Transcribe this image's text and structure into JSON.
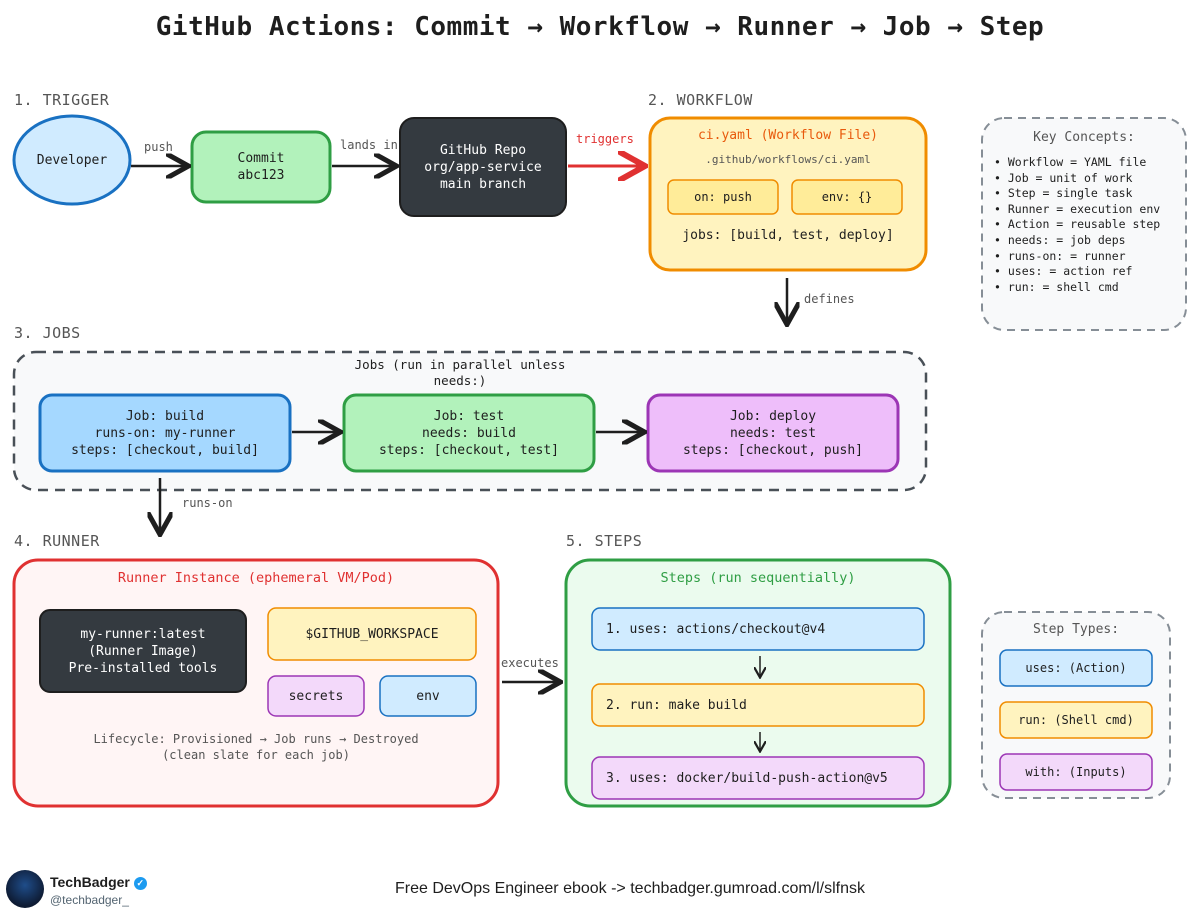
{
  "title": "GitHub Actions: Commit → Workflow → Runner → Job → Step",
  "sections": {
    "trigger": "1. TRIGGER",
    "workflow": "2. WORKFLOW",
    "jobs": "3. JOBS",
    "runner": "4. RUNNER",
    "steps": "5. STEPS"
  },
  "trigger": {
    "developer": "Developer",
    "push_label": "push",
    "commit": [
      "Commit",
      "abc123"
    ],
    "lands_label": "lands in",
    "repo": [
      "GitHub Repo",
      "org/app-service",
      "main branch"
    ],
    "triggers_label": "triggers"
  },
  "workflow": {
    "title": "ci.yaml (Workflow File)",
    "path": ".github/workflows/ci.yaml",
    "on": "on: push",
    "env": "env: {}",
    "jobs": "jobs: [build, test, deploy]",
    "defines_label": "defines"
  },
  "key_concepts": {
    "title": "Key Concepts:",
    "items": [
      "• Workflow = YAML file",
      "• Job = unit of work",
      "• Step = single task",
      "• Runner = execution env",
      "• Action = reusable step",
      "• needs: = job deps",
      "• runs-on: = runner",
      "• uses: = action ref",
      "• run: = shell cmd"
    ]
  },
  "jobs": {
    "caption": [
      "Jobs (run in parallel unless",
      "needs:)"
    ],
    "build": [
      "Job: build",
      "runs-on: my-runner",
      "steps: [checkout, build]"
    ],
    "test": [
      "Job: test",
      "needs: build",
      "steps: [checkout, test]"
    ],
    "deploy": [
      "Job: deploy",
      "needs: test",
      "steps: [checkout, push]"
    ],
    "runs_on_label": "runs-on"
  },
  "runner": {
    "title": "Runner Instance (ephemeral VM/Pod)",
    "image": [
      "my-runner:latest",
      "(Runner Image)",
      "Pre-installed tools"
    ],
    "workspace": "$GITHUB_WORKSPACE",
    "secrets": "secrets",
    "env": "env",
    "lifecycle": [
      "Lifecycle: Provisioned → Job runs → Destroyed",
      "(clean slate for each job)"
    ],
    "executes_label": "executes"
  },
  "steps": {
    "title": "Steps (run sequentially)",
    "items": [
      "1. uses: actions/checkout@v4",
      "2. run: make build",
      "3. uses: docker/build-push-action@v5"
    ]
  },
  "step_types": {
    "title": "Step Types:",
    "uses": "uses: (Action)",
    "run": "run: (Shell cmd)",
    "with": "with: (Inputs)"
  },
  "footer": {
    "name": "TechBadger",
    "handle": "@techbadger_",
    "promo": "Free DevOps Engineer ebook -> techbadger.gumroad.com/l/slfnsk"
  },
  "colors": {
    "blue_fill": "#d0ebff",
    "blue_stroke": "#1971c2",
    "green_fill": "#b2f2bb",
    "green_stroke": "#2f9e44",
    "dark_fill": "#343a40",
    "yellow_fill": "#fff3bf",
    "orange_stroke": "#f08c00",
    "purple_fill": "#eebefa",
    "purple_stroke": "#9c36b5",
    "red_stroke": "#e03131",
    "red_fill": "#fff5f5",
    "gray_fill": "#f8f9fa",
    "gray_stroke": "#868e96"
  }
}
